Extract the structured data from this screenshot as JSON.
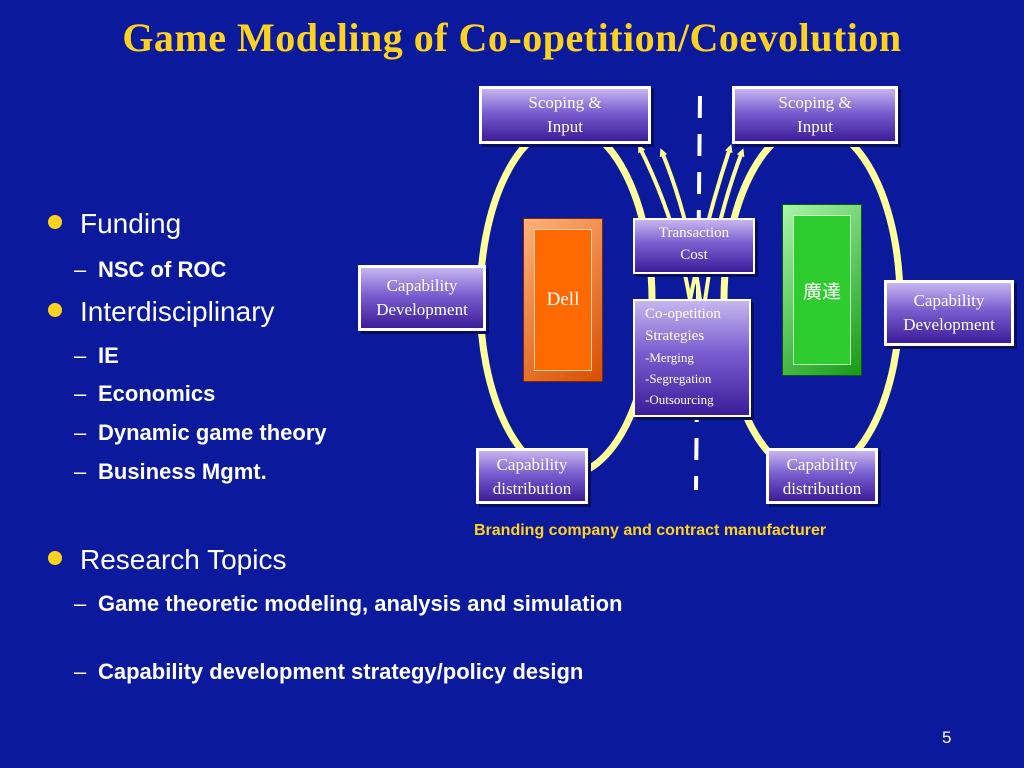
{
  "title": "Game Modeling of Co-opetition/Coevolution",
  "bullets": [
    {
      "label": "Funding",
      "items": [
        "NSC of ROC"
      ]
    },
    {
      "label": "Interdisciplinary",
      "items": [
        "IE",
        "Economics",
        "Dynamic game theory",
        "Business Mgmt."
      ]
    },
    {
      "label": "Research Topics",
      "items": [
        "Game theoretic modeling, analysis and simulation",
        "Capability development strategy/policy design"
      ]
    }
  ],
  "diagram": {
    "scoping_left": {
      "line1": "Scoping &",
      "line2": "Input"
    },
    "scoping_right": {
      "line1": "Scoping &",
      "line2": "Input"
    },
    "capability_dev_left": {
      "line1": "Capability",
      "line2": "Development"
    },
    "capability_dev_right": {
      "line1": "Capability",
      "line2": "Development"
    },
    "capability_dist_left": {
      "line1": "Capability",
      "line2": "distribution"
    },
    "capability_dist_right": {
      "line1": "Capability",
      "line2": "distribution"
    },
    "transaction_cost": {
      "line1": "Transaction",
      "line2": "Cost"
    },
    "coopetition": {
      "line1": "Co-opetition",
      "line2": "Strategies",
      "items": [
        "-Merging",
        "-Segregation",
        "-Outsourcing"
      ]
    },
    "left_company": "Dell",
    "right_company": "廣達",
    "caption": "Branding company and contract manufacturer",
    "colors": {
      "left_company": "#ff6a00",
      "right_company": "#2ecc2e",
      "accent": "#ffd21f",
      "loop": "#ffff99",
      "background": "#0b1a9c"
    }
  },
  "page_number": "5"
}
